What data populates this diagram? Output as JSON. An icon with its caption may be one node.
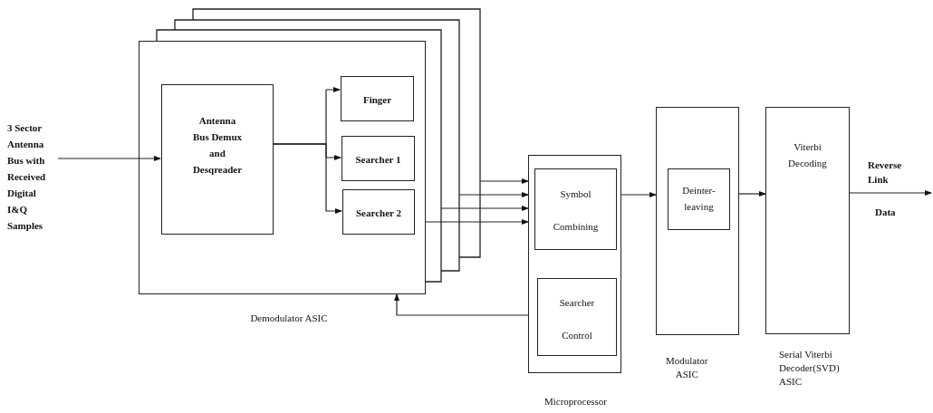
{
  "diagram": {
    "nodes": [
      {
        "text": [
          "3 Sector Antenna Bus with Received Digital I&Q Samples"
        ]
      },
      {
        "text": [
          "Demodulator ASIC"
        ]
      },
      {
        "text": [
          "Antenna Bus Demux and Desqreader"
        ],
        "in": 1
      },
      {
        "text": [
          "Finger"
        ],
        "in": 1
      },
      {
        "text": [
          "Searcher 1"
        ],
        "in": 1
      },
      {
        "text": [
          "Searcher 2"
        ],
        "in": 1
      },
      {
        "text": [
          "Microprocessor"
        ]
      },
      {
        "text": [
          "Symbol Combining"
        ],
        "in": 6
      },
      {
        "text": [
          "Searcher Control"
        ],
        "in": 6
      },
      {
        "text": [
          "Modulator ASIC"
        ]
      },
      {
        "text": [
          "Deinter- leaving"
        ],
        "in": 9
      },
      {
        "text": [
          "Viterbi Decoding",
          "Serial Viterbi Decoder(SVD) ASIC"
        ]
      }
    ],
    "edges": [
      {
        "from": 0,
        "to": 2,
        "arrow": "to"
      },
      {
        "from": 2,
        "to": 3,
        "arrow": "to"
      },
      {
        "from": 2,
        "to": 4,
        "arrow": "to"
      },
      {
        "from": 2,
        "to": 5,
        "arrow": "to"
      },
      {
        "from": 1,
        "to": 6,
        "arrow": "to"
      },
      {
        "from": null,
        "to": 6,
        "arrow": "to"
      },
      {
        "from": null,
        "to": 6,
        "arrow": "to"
      },
      {
        "from": null,
        "to": 6,
        "arrow": "to"
      },
      {
        "from": 6,
        "to": 1,
        "arrow": "to"
      },
      {
        "from": 6,
        "to": 9,
        "arrow": "to"
      },
      {
        "from": 9,
        "to": 11,
        "arrow": "to"
      },
      {
        "from": 11,
        "to": null,
        "arrow": "to"
      }
    ],
    "labels": [
      "Reverse Link",
      "Data"
    ]
  }
}
